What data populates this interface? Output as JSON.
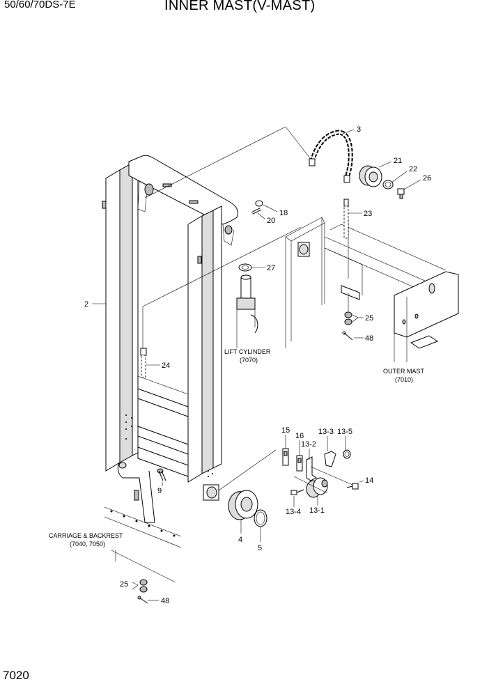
{
  "header": {
    "model": "50/60/70DS-7E",
    "title": "INNER MAST(V-MAST)"
  },
  "footer": {
    "page_code": "7020"
  },
  "references": {
    "lift_cylinder": {
      "name": "LIFT CYLINDER",
      "code": "(7070)"
    },
    "outer_mast": {
      "name": "OUTER MAST",
      "code": "(7010)"
    },
    "carriage_backrest": {
      "name": "CARRIAGE & BACKREST",
      "code": "(7040, 7050)"
    }
  },
  "callouts": {
    "c2": "2",
    "c3": "3",
    "c4": "4",
    "c5": "5",
    "c9": "9",
    "c13_1": "13-1",
    "c13_2": "13-2",
    "c13_3": "13-3",
    "c13_4": "13-4",
    "c13_5": "13-5",
    "c14": "14",
    "c15": "15",
    "c16": "16",
    "c18": "18",
    "c20": "20",
    "c21": "21",
    "c22": "22",
    "c23": "23",
    "c24": "24",
    "c25a": "25",
    "c25b": "25",
    "c26": "26",
    "c27": "27",
    "c48a": "48",
    "c48b": "48"
  }
}
